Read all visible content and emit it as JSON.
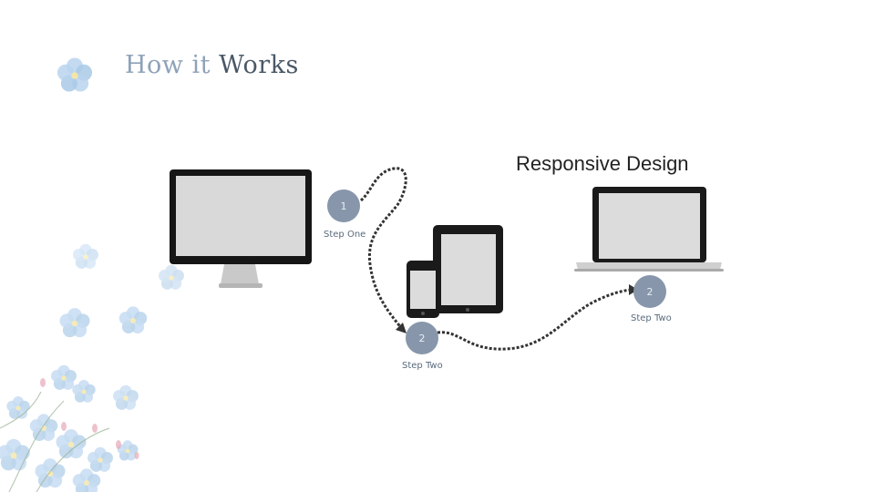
{
  "slide": {
    "title_part1": "How it",
    "title_part2": "Works",
    "heading": "Responsive Design"
  },
  "steps": [
    {
      "number": "1",
      "label": "Step One"
    },
    {
      "number": "2",
      "label": "Step Two"
    },
    {
      "number": "2",
      "label": "Step Two"
    }
  ],
  "devices": [
    "desktop-monitor",
    "tablet",
    "smartphone",
    "laptop"
  ],
  "colors": {
    "accent": "#8796aa",
    "title_light": "#8ea2b8",
    "title_dark": "#4a5866",
    "flower_blue": "#a9c9e6",
    "flower_pink": "#e6a9b8",
    "path": "#333333"
  }
}
